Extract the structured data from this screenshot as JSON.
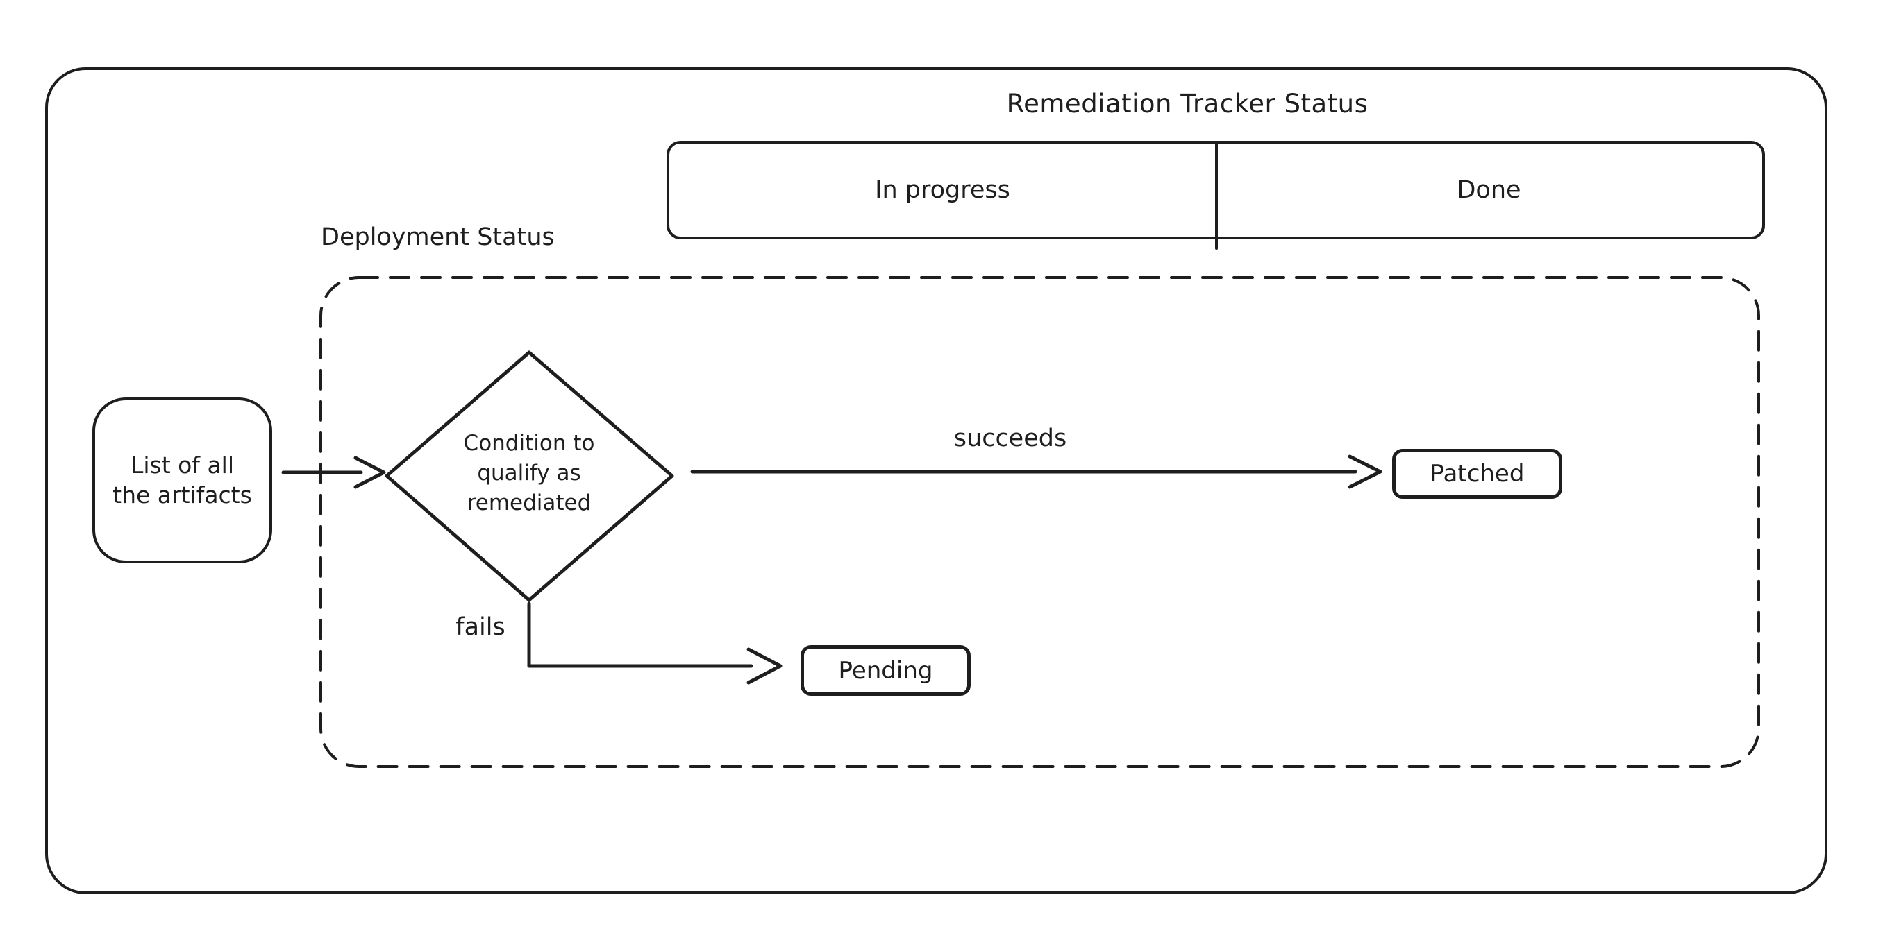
{
  "title": "Remediation Tracker Status",
  "tracker_bar": {
    "cells": [
      {
        "label": "In progress"
      },
      {
        "label": "Done"
      }
    ]
  },
  "deployment_group": {
    "label": "Deployment Status"
  },
  "nodes": {
    "artifacts": {
      "lines": [
        "List of all",
        "the artifacts"
      ]
    },
    "condition": {
      "lines": [
        "Condition to",
        "qualify as",
        "remediated"
      ]
    },
    "patched": {
      "label": "Patched"
    },
    "pending": {
      "label": "Pending"
    }
  },
  "edges": {
    "succeeds_label": "succeeds",
    "fails_label": "fails"
  },
  "colors": {
    "stroke": "#1e1e1e",
    "background": "#ffffff"
  }
}
